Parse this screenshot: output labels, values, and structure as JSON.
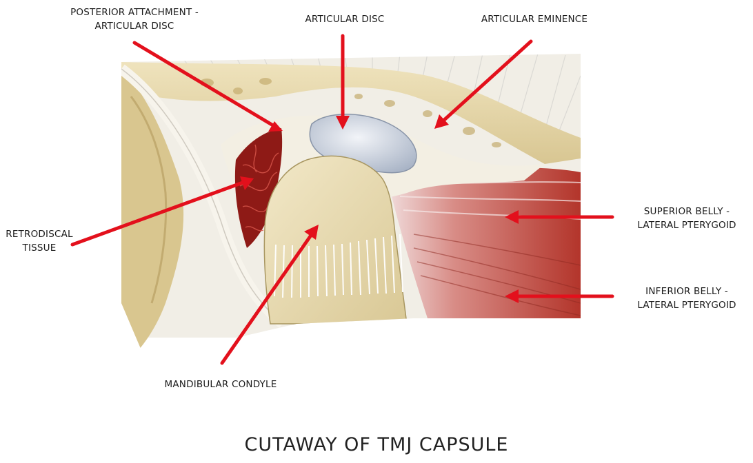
{
  "title": "CUTAWAY OF TMJ CAPSULE",
  "labels": {
    "posterior_attachment": {
      "line1": "POSTERIOR ATTACHMENT -",
      "line2": "ARTICULAR DISC"
    },
    "articular_disc": "ARTICULAR DISC",
    "articular_eminence": "ARTICULAR EMINENCE",
    "retrodiscal": {
      "line1": "RETRODISCAL",
      "line2": "TISSUE"
    },
    "superior_belly": {
      "line1": "SUPERIOR BELLY -",
      "line2": "LATERAL PTERYGOID"
    },
    "inferior_belly": {
      "line1": "INFERIOR BELLY -",
      "line2": "LATERAL PTERYGOID"
    },
    "mandibular_condyle": "MANDIBULAR CONDYLE"
  },
  "colors": {
    "arrow": "#e3101c",
    "bone": "#e6d7a8",
    "disc": "#c9d2e0",
    "muscle": "#b8382e",
    "retrodiscal": "#8e1a16"
  }
}
